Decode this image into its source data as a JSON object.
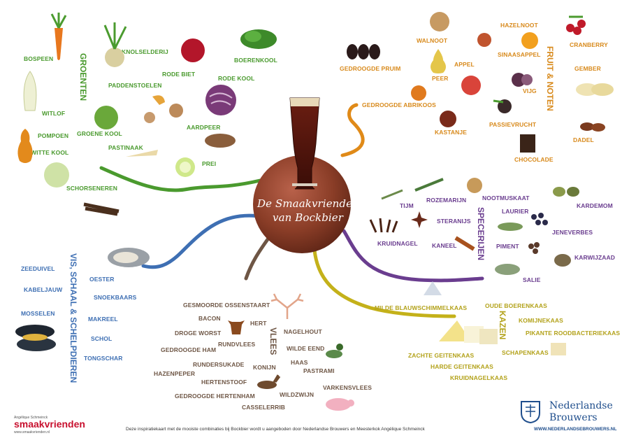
{
  "title": {
    "line1": "De Smaakvrienden",
    "line2": "van Bockbier"
  },
  "categories": {
    "groenten": "GROENTEN",
    "fruit": "FRUIT & NOTEN",
    "specerijen": "SPECERIJEN",
    "kazen": "KAZEN",
    "vlees": "VLEES",
    "vis": "VIS, SCHAAL & SCHELPDIEREN"
  },
  "groenten": [
    "BOSPEEN",
    "KNOLSELDERIJ",
    "RODE BIET",
    "BOERENKOOL",
    "RODE KOOL",
    "PADDENSTOELEN",
    "WITLOF",
    "POMPOEN",
    "GROENE KOOL",
    "AARDPEER",
    "WITTE KOOL",
    "PASTINAAK",
    "PREI",
    "SCHORSENEREN"
  ],
  "fruit": [
    "WALNOOT",
    "HAZELNOOT",
    "CRANBERRY",
    "GEDROOGDE PRUIM",
    "SINAASAPPEL",
    "APPEL",
    "PEER",
    "GEMBER",
    "VIJG",
    "GEDROOGDE ABRIKOOS",
    "PASSIEVRUCHT",
    "KASTANJE",
    "DADEL",
    "CHOCOLADE"
  ],
  "specerijen": [
    "TIJM",
    "ROZEMARIJN",
    "NOOTMUSKAAT",
    "KARDEMOM",
    "STERANIJS",
    "LAURIER",
    "JENEVERBES",
    "KRUIDNAGEL",
    "KANEEL",
    "PIMENT",
    "KARWIJZAAD",
    "SALIE"
  ],
  "kazen": [
    "MILDE BLAUWSCHIMMELKAAS",
    "OUDE BOERENKAAS",
    "KOMIJNEKAAS",
    "PIKANTE ROODBACTERIEKAAS",
    "SCHAPENKAAS",
    "ZACHTE GEITENKAAS",
    "HARDE GEITENKAAS",
    "KRUIDNAGELKAAS"
  ],
  "vlees": [
    "GESMOORDE OSSENSTAART",
    "BACON",
    "HERT",
    "DROGE WORST",
    "RUNDVLEES",
    "NAGELHOUT",
    "GEDROOGDE HAM",
    "WILDE EEND",
    "RUNDERSUKADE",
    "KONIJN",
    "HAAS",
    "HAZENPEPER",
    "PASTRAMI",
    "HERTENSTOOF",
    "WILDZWIJN",
    "GEDROOGDE HERTENHAM",
    "VARKENSVLEES",
    "CASSELERRIB"
  ],
  "vis": [
    "ZEEDUIVEL",
    "OESTER",
    "KABELJAUW",
    "SNOEKBAARS",
    "MOSSELEN",
    "MAKREEL",
    "SCHOL",
    "TONGSCHAR"
  ],
  "footer": {
    "brand_small": "Angélique Schmeinck",
    "brand": "smaakvrienden",
    "brand_url": "www.smaakvrienden.nl",
    "note": "Deze inspiratiekaart met de mooiste combinaties bij Bockbier wordt u aangeboden door Nederlandse Brouwers en Meesterkok Angélique Schmeinck",
    "nb_line1": "Nederlandse",
    "nb_line2": "Brouwers",
    "nb_url": "WWW.NEDERLANDSEBROUWERS.NL"
  },
  "colors": {
    "groenten": "#4a9a2e",
    "fruit": "#d88a1c",
    "specerijen": "#6a3d8f",
    "kazen": "#b3a21a",
    "vlees": "#6e5645",
    "vis": "#3e6fb3",
    "center": "#8a3d27",
    "brand_red": "#c8102e",
    "nb_blue": "#1f4e8c"
  }
}
